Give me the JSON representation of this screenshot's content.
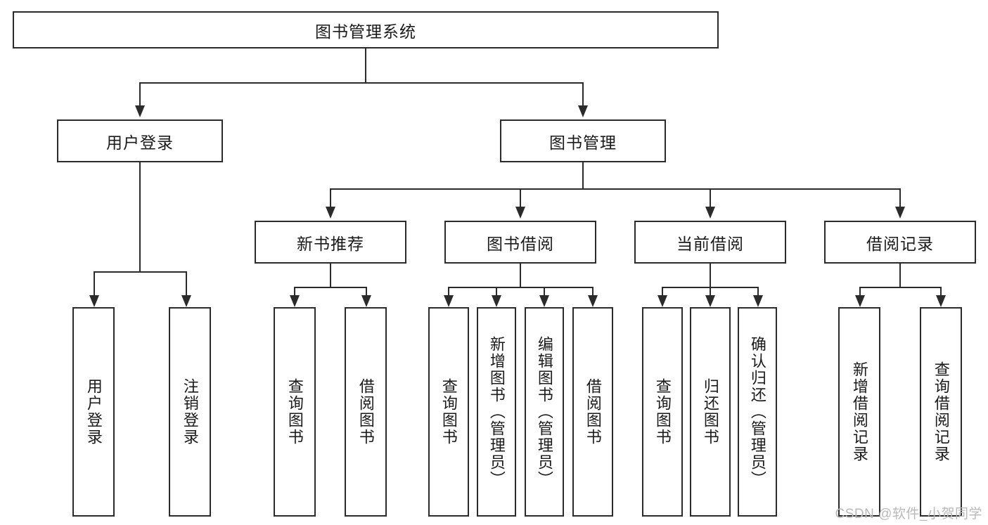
{
  "diagram": {
    "type": "tree-hierarchy",
    "title": "图书管理系统",
    "watermark": "CSDN @软件_小贺同学",
    "colors": {
      "box_border": "#2b2b2b",
      "box_fill": "#ffffff",
      "text": "#1a1a1a",
      "connector": "#2b2b2b",
      "watermark": "#b9b9b9",
      "page_background": "#ffffff"
    },
    "nodes": {
      "root": {
        "label": "图书管理系统"
      },
      "level2": [
        {
          "label": "用户登录"
        },
        {
          "label": "图书管理"
        }
      ],
      "level3": [
        {
          "label": "新书推荐"
        },
        {
          "label": "图书借阅"
        },
        {
          "label": "当前借阅"
        },
        {
          "label": "借阅记录"
        }
      ],
      "leaves": {
        "user_login": [
          {
            "label": "用户登录"
          },
          {
            "label": "注销登录"
          }
        ],
        "new_book_recommend": [
          {
            "label": "查询图书"
          },
          {
            "label": "借阅图书"
          }
        ],
        "book_borrow": [
          {
            "label": "查询图书"
          },
          {
            "label": "新增图书（管理员）"
          },
          {
            "label": "编辑图书（管理员）"
          },
          {
            "label": "借阅图书"
          }
        ],
        "current_borrow": [
          {
            "label": "查询图书"
          },
          {
            "label": "归还图书"
          },
          {
            "label": "确认归还（管理员）"
          }
        ],
        "borrow_record": [
          {
            "label": "新增借阅记录"
          },
          {
            "label": "查询借阅记录"
          }
        ]
      }
    }
  }
}
